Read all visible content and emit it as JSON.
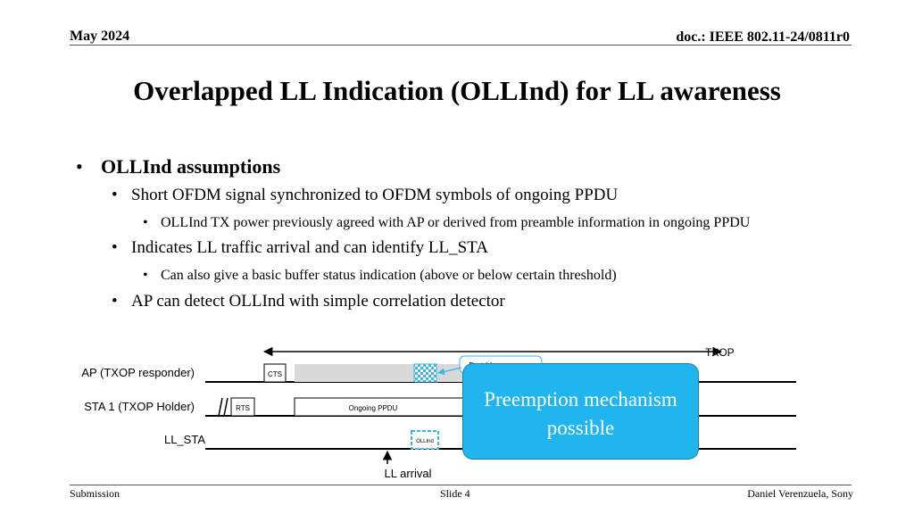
{
  "header": {
    "date": "May 2024",
    "doc": "doc.: IEEE 802.11-24/0811r0"
  },
  "title": "Overlapped LL Indication (OLLInd) for LL awareness",
  "bullets": {
    "b1": "OLLInd assumptions",
    "b1_1": "Short OFDM signal synchronized to OFDM symbols of ongoing PPDU",
    "b1_1_1": "OLLInd TX power previously agreed with AP or derived from preamble information in ongoing PPDU",
    "b1_2": "Indicates LL traffic arrival and can identify LL_STA",
    "b1_2_1": "Can also give a basic buffer status indication (above or below certain threshold)",
    "b1_3": "AP can detect OLLInd with simple correlation detector"
  },
  "diagram": {
    "txop": "TXOP",
    "rows": {
      "ap": "AP (TXOP responder)",
      "sta1": "STA 1 (TXOP Holder)",
      "ll_sta": "LL_STA"
    },
    "cts": "CTS",
    "rts": "RTS",
    "ongoing_ppdu": "Ongoing PPDU",
    "ollind": "OLLInd",
    "fast_ll": "Fast LL awareness",
    "ll_arrival": "LL arrival",
    "callout": "Preemption mechanism possible",
    "colors": {
      "callout": "#21b5f0",
      "ollind": "#3fb4e6",
      "shaded": "#d9d9d9"
    }
  },
  "footer": {
    "left": "Submission",
    "center": "Slide 4",
    "right": "Daniel Verenzuela, Sony"
  }
}
